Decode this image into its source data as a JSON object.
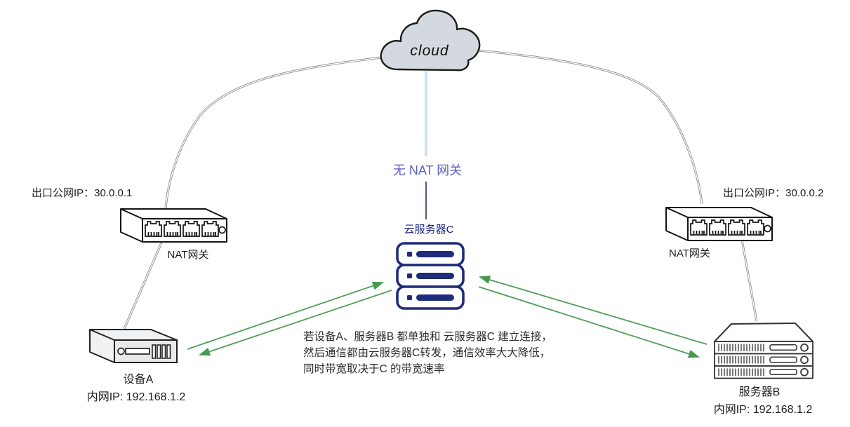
{
  "cloud": {
    "label": "cloud"
  },
  "center_column": {
    "no_nat_label": "无 NAT 网关",
    "server_c_label": "云服务器C"
  },
  "note": {
    "lines": [
      "若设备A、服务器B 都单独和 云服务器C 建立连接，",
      "然后通信都由云服务器C转发，通信效率大大降低，",
      "同时带宽取决于C 的带宽速率"
    ]
  },
  "left_branch": {
    "public_ip_label": "出口公网IP：30.0.0.1",
    "gateway_label": "NAT网关",
    "device_label": "设备A",
    "device_ip_label": "内网IP: 192.168.1.2"
  },
  "right_branch": {
    "public_ip_label": "出口公网IP：30.0.0.2",
    "gateway_label": "NAT网关",
    "server_label": "服务器B",
    "server_ip_label": "内网IP: 192.168.1.2"
  },
  "icons": {
    "cloud": "cloud-icon",
    "nat_gateway": "ethernet-switch-icon",
    "device_a": "network-device-icon",
    "server_b": "rack-server-icon",
    "server_c": "server-stack-icon"
  },
  "colors": {
    "accent_green": "#4f9f58",
    "arrowhead_green": "#449a4e",
    "navy": "#1f2b7b",
    "blue_purple": "#5b60c6",
    "light_blue": "#85bfe5",
    "connector_gray": "#8c8c8c",
    "cloud_fill": "#d3d9de"
  }
}
